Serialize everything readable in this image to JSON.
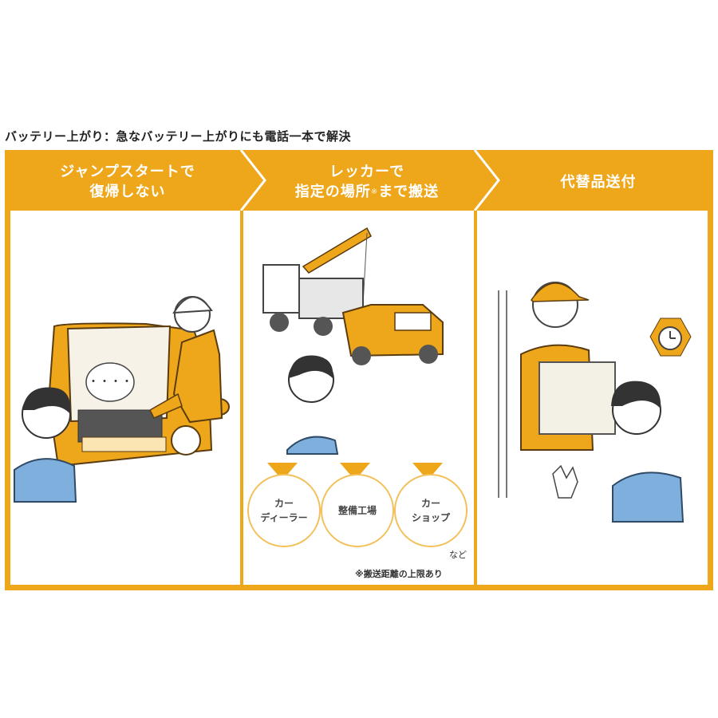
{
  "caption": "バッテリー上がり：急なバッテリー上がりにも電話一本で解決",
  "stages": [
    {
      "line1": "ジャンプスタートで",
      "line2": "復帰しない"
    },
    {
      "line1": "レッカーで",
      "line2": "指定の場所",
      "sup": "※",
      "line3": "まで搬送"
    },
    {
      "line1": "代替品送付"
    }
  ],
  "destinations": [
    {
      "line1": "カー",
      "line2": "ディーラー"
    },
    {
      "line1": "整備工場"
    },
    {
      "line1": "カー",
      "line2": "ショップ"
    }
  ],
  "destinations_suffix": "など",
  "note": "※搬送距離の上限あり",
  "speech_bubble": "・・・・",
  "colors": {
    "accent": "#eea61a",
    "light_accent": "#f3c15b",
    "shirt_blue": "#7fb0dd"
  },
  "icons": [
    "chevron-right-icon",
    "stopwatch-icon"
  ]
}
